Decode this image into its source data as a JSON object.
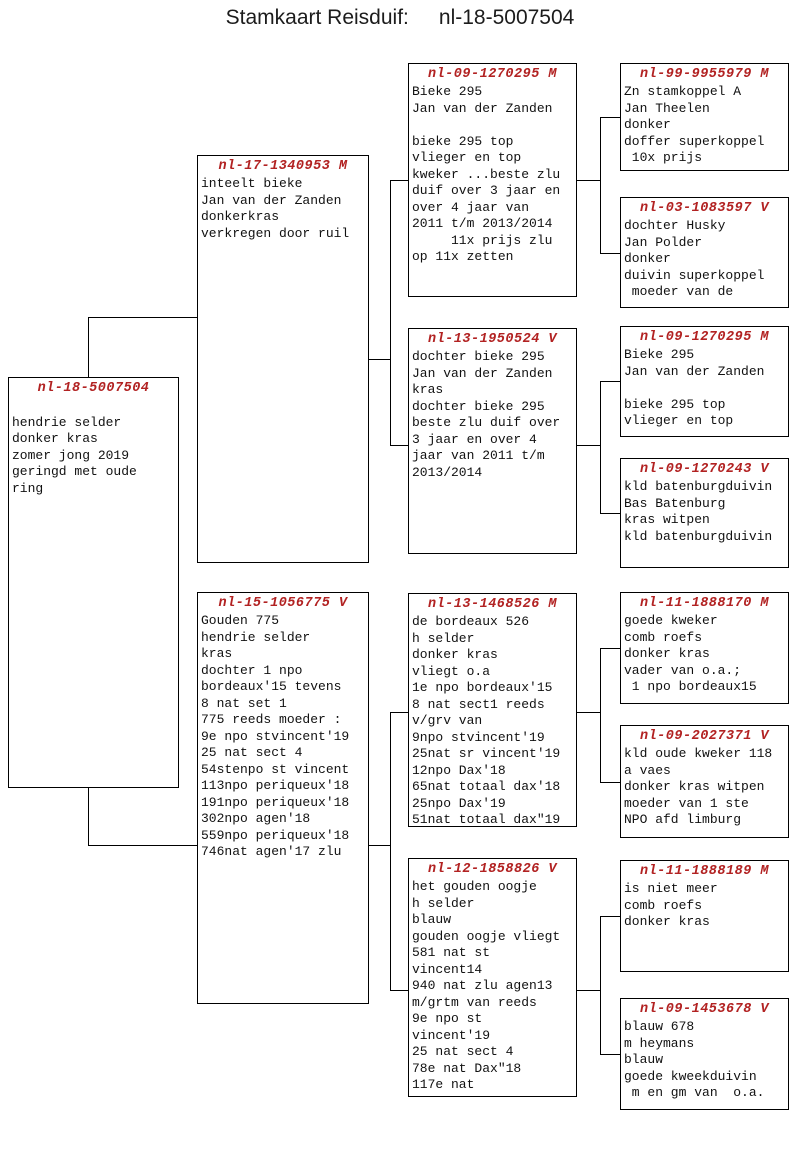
{
  "title": {
    "label": "Stamkaart Reisduif:",
    "ring": "nl-18-5007504"
  },
  "accent_color": "#b22222",
  "boxes": {
    "subject": {
      "ring": "nl-18-5007504",
      "lines": [
        "",
        "hendrie selder",
        "donker kras",
        "zomer jong 2019",
        "geringd met oude",
        "ring"
      ]
    },
    "father": {
      "ring": "nl-17-1340953 M",
      "lines": [
        "inteelt bieke",
        "Jan van der Zanden",
        "donkerkras",
        "verkregen door ruil"
      ]
    },
    "mother": {
      "ring": "nl-15-1056775 V",
      "lines": [
        "Gouden 775",
        "hendrie selder",
        "kras",
        "dochter 1 npo",
        "bordeaux'15 tevens",
        "8 nat set 1",
        "775 reeds moeder :",
        "9e npo stvincent'19",
        "25 nat sect 4",
        "54stenpo st vincent",
        "113npo periqueux'18",
        "191npo periqueux'18",
        "302npo agen'18",
        "559npo periqueux'18",
        "746nat agen'17 zlu"
      ]
    },
    "ff": {
      "ring": "nl-09-1270295 M",
      "lines": [
        "Bieke 295",
        "Jan van der Zanden",
        "",
        "bieke 295 top",
        "vlieger en top",
        "kweker ...beste zlu",
        "duif over 3 jaar en",
        "over 4 jaar van",
        "2011 t/m 2013/2014",
        "     11x prijs zlu",
        "op 11x zetten"
      ]
    },
    "fm": {
      "ring": "nl-13-1950524 V",
      "lines": [
        "dochter bieke 295",
        "Jan van der Zanden",
        "kras",
        "dochter bieke 295",
        "beste zlu duif over",
        "3 jaar en over 4",
        "jaar van 2011 t/m",
        "2013/2014"
      ]
    },
    "mf": {
      "ring": "nl-13-1468526 M",
      "lines": [
        "de bordeaux 526",
        "h selder",
        "donker kras",
        "vliegt o.a",
        "1e npo bordeaux'15",
        "8 nat sect1 reeds",
        "v/grv van",
        "9npo stvincent'19",
        "25nat sr vincent'19",
        "12npo Dax'18",
        "65nat totaal dax'18",
        "25npo Dax'19",
        "51nat totaal dax\"19"
      ]
    },
    "mm": {
      "ring": "nl-12-1858826 V",
      "lines": [
        "het gouden oogje",
        "h selder",
        "blauw",
        "gouden oogje vliegt",
        "581 nat st",
        "vincent14",
        "940 nat zlu agen13",
        "m/grtm van reeds",
        "9e npo st",
        "vincent'19",
        "25 nat sect 4",
        "78e nat Dax\"18",
        "117e nat"
      ]
    },
    "fff": {
      "ring": "nl-99-9955979 M",
      "lines": [
        "Zn stamkoppel A",
        "Jan Theelen",
        "donker",
        "doffer superkoppel",
        " 10x prijs"
      ]
    },
    "ffm": {
      "ring": "nl-03-1083597 V",
      "lines": [
        "dochter Husky",
        "Jan Polder",
        "donker",
        "duivin superkoppel",
        " moeder van de"
      ]
    },
    "fmf": {
      "ring": "nl-09-1270295 M",
      "lines": [
        "Bieke 295",
        "Jan van der Zanden",
        "",
        "bieke 295 top",
        "vlieger en top"
      ]
    },
    "fmm": {
      "ring": "nl-09-1270243 V",
      "lines": [
        "kld batenburgduivin",
        "Bas Batenburg",
        "kras witpen",
        "kld batenburgduivin"
      ]
    },
    "mff": {
      "ring": "nl-11-1888170 M",
      "lines": [
        "goede kweker",
        "comb roefs",
        "donker kras",
        "vader van o.a.;",
        " 1 npo bordeaux15"
      ]
    },
    "mfm": {
      "ring": "nl-09-2027371 V",
      "lines": [
        "kld oude kweker 118",
        "a vaes",
        "donker kras witpen",
        "moeder van 1 ste",
        "NPO afd limburg"
      ]
    },
    "mmf": {
      "ring": "nl-11-1888189 M",
      "lines": [
        "is niet meer",
        "comb roefs",
        "donker kras"
      ]
    },
    "mmm": {
      "ring": "nl-09-1453678 V",
      "lines": [
        "blauw 678",
        "m heymans",
        "blauw",
        "goede kweekduivin",
        " m en gm van  o.a."
      ]
    }
  }
}
